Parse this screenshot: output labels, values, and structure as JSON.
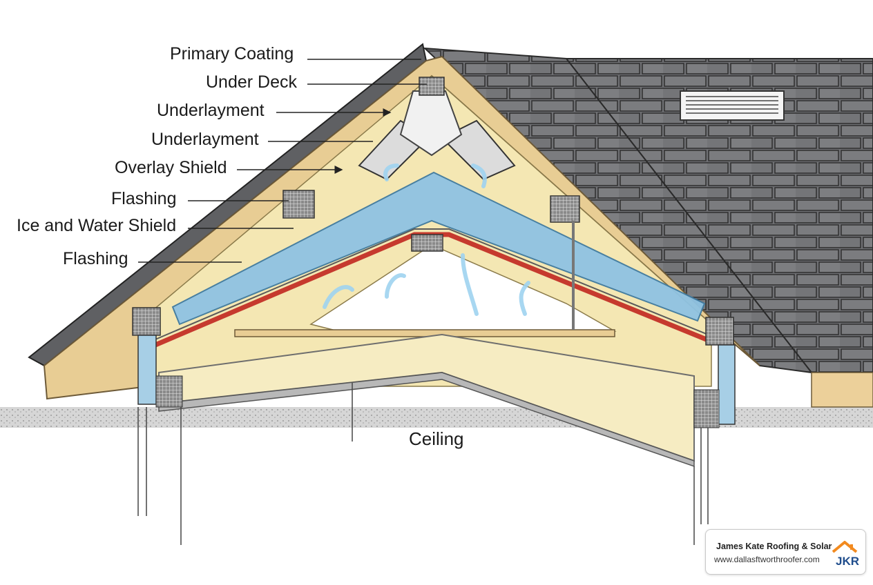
{
  "callouts": [
    {
      "id": "primary-coating",
      "label": "Primary Coating"
    },
    {
      "id": "under-deck",
      "label": "Under Deck"
    },
    {
      "id": "underlayment-1",
      "label": "Underlayment"
    },
    {
      "id": "underlayment-2",
      "label": "Underlayment"
    },
    {
      "id": "overlay-shield",
      "label": "Overlay Shield"
    },
    {
      "id": "flashing-1",
      "label": "Flashing"
    },
    {
      "id": "ice-water-shield",
      "label": "Ice and Water Shield"
    },
    {
      "id": "flashing-2",
      "label": "Flashing"
    }
  ],
  "ceiling": {
    "label": "Ceiling"
  },
  "brand": {
    "name": "James Kate Roofing & Solar",
    "url": "www.dallasftworthroofer.com",
    "logo_icon": "house-jkr-logo-icon"
  },
  "colors": {
    "shingle": "#6d6e70",
    "wood": "#e9cf98",
    "insulation": "#f4e7b3",
    "ice_water_shield": "#8fc3e3",
    "flashing_red": "#c63a2e",
    "airflow": "#a9d8f2",
    "logo_orange": "#f28a1f",
    "logo_blue": "#1f4d8c"
  }
}
